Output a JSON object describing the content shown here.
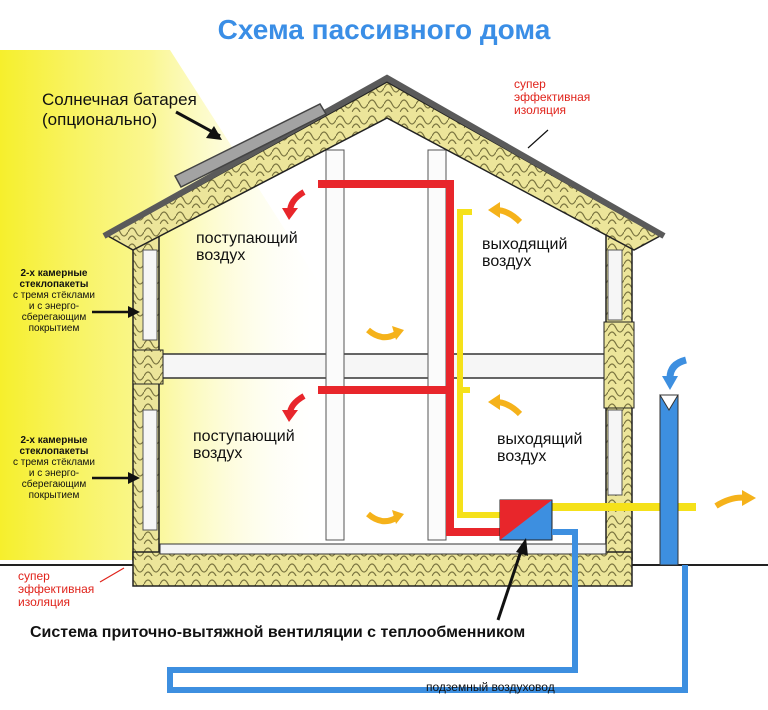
{
  "title": "Схема пассивного дома",
  "solar_panel": {
    "line1": "Солнечная батарея",
    "line2": "(опционально)"
  },
  "insulation_top": {
    "line1": "супер",
    "line2": "эффективная",
    "line3": "изоляция"
  },
  "insulation_bottom": {
    "line1": "супер",
    "line2": "эффективная",
    "line3": "изоляция"
  },
  "window_upper": {
    "line1": "2-х камерные",
    "line2": "стеклопакеты",
    "line3": "с тремя стёклами",
    "line4": "и с энерго-",
    "line5": "сберегающим",
    "line6": "покрытием"
  },
  "window_lower": {
    "line1": "2-х камерные",
    "line2": "стеклопакеты",
    "line3": "с тремя стёклами",
    "line4": "и с энерго-",
    "line5": "сберегающим",
    "line6": "покрытием"
  },
  "upper_left_room": {
    "line1": "поступающий",
    "line2": "воздух"
  },
  "upper_right_room": {
    "line1": "выходящий",
    "line2": "воздух"
  },
  "lower_left_room": {
    "line1": "поступающий",
    "line2": "воздух"
  },
  "lower_right_room": {
    "line1": "выходящий",
    "line2": "воздух"
  },
  "ventilation_caption": "Система приточно-вытяжной вентиляции с теплообменником",
  "underground_duct": "подземный воздуховод",
  "colors": {
    "title": "#3a8ee6",
    "supply_air": "#e8262b",
    "exhaust_air": "#f5e11a",
    "fresh_air": "#3d8fe0",
    "insulation": "#ece59a",
    "roof": "#6a6a6a",
    "sunlight": "#f8f23a"
  }
}
